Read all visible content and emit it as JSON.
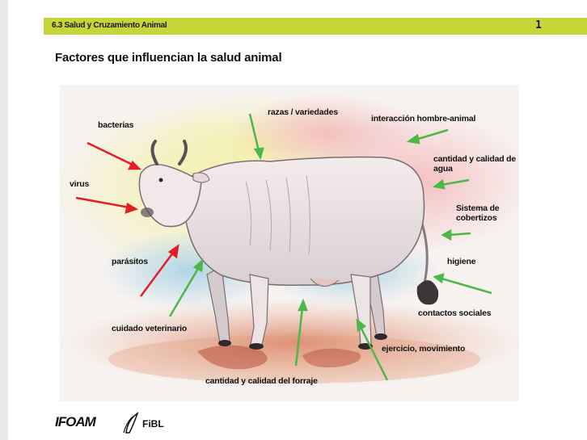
{
  "header": {
    "section": "6.3 Salud y Cruzamiento Animal",
    "page_number": "1",
    "bar_color": "#c6d53a"
  },
  "title": "Factores que influencian la salud animal",
  "figure": {
    "labels": {
      "bacterias": "bacterias",
      "virus": "virus",
      "parasitos": "parásitos",
      "cuidado_veterinario": "cuidado veterinario",
      "razas": "razas / variedades",
      "interaccion": "interacción hombre-animal",
      "agua": "cantidad y calidad de agua",
      "cobertizos": "Sistema de cobertizos",
      "higiene": "higiene",
      "contactos": "contactos sociales",
      "ejercicio": "ejercicio, movimiento",
      "forraje": "cantidad y calidad del forraje"
    },
    "arrow_colors": {
      "negative": "#e31e24",
      "positive": "#4cb849"
    }
  },
  "logos": {
    "ifoam": "IFOAM",
    "fibl": "FiBL"
  }
}
